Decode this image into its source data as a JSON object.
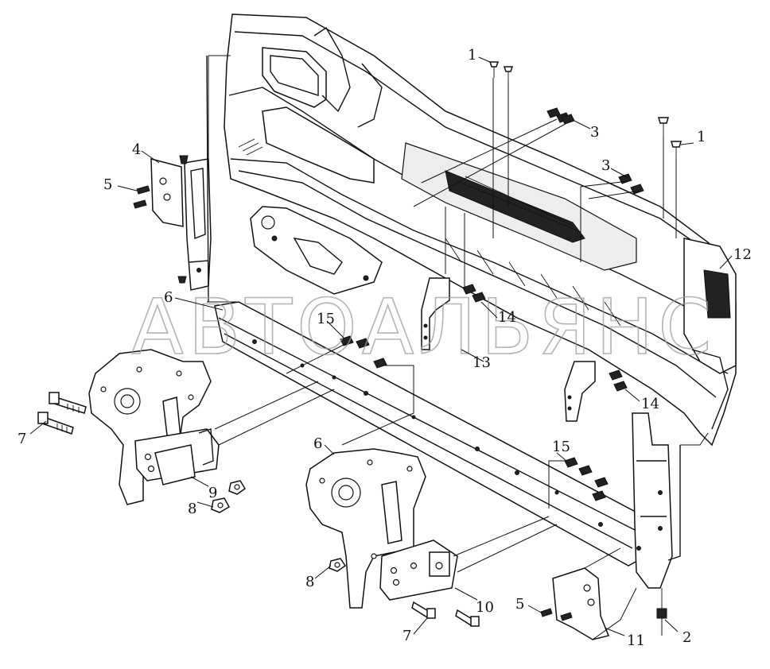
{
  "watermark": "АВТОАЛЬЯНС",
  "callouts": [
    {
      "id": "c1a",
      "label": "1"
    },
    {
      "id": "c1b",
      "label": "1"
    },
    {
      "id": "c2",
      "label": "2"
    },
    {
      "id": "c3a",
      "label": "3"
    },
    {
      "id": "c3b",
      "label": "3"
    },
    {
      "id": "c4",
      "label": "4"
    },
    {
      "id": "c5a",
      "label": "5"
    },
    {
      "id": "c5b",
      "label": "5"
    },
    {
      "id": "c6a",
      "label": "6"
    },
    {
      "id": "c6b",
      "label": "6"
    },
    {
      "id": "c7a",
      "label": "7"
    },
    {
      "id": "c7b",
      "label": "7"
    },
    {
      "id": "c8a",
      "label": "8"
    },
    {
      "id": "c8b",
      "label": "8"
    },
    {
      "id": "c9",
      "label": "9"
    },
    {
      "id": "c10",
      "label": "10"
    },
    {
      "id": "c11",
      "label": "11"
    },
    {
      "id": "c12",
      "label": "12"
    },
    {
      "id": "c13",
      "label": "13"
    },
    {
      "id": "c14a",
      "label": "14"
    },
    {
      "id": "c14b",
      "label": "14"
    },
    {
      "id": "c15a",
      "label": "15"
    },
    {
      "id": "c15b",
      "label": "15"
    }
  ]
}
